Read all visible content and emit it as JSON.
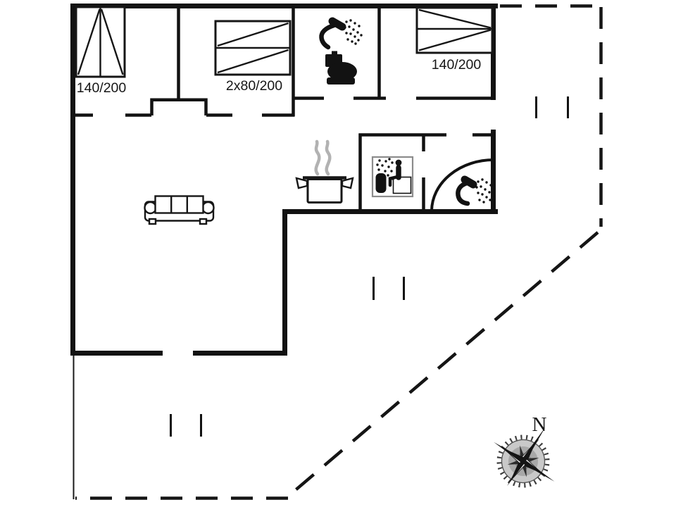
{
  "floor_plan": {
    "background_color": "#ffffff",
    "wall_color": "#121212",
    "accent_colors": {
      "steam_gray": "#b2b2b2",
      "sauna_frame_gray": "#8c8c8c"
    },
    "beds": {
      "bedroom_1": {
        "size_label": "140/200"
      },
      "bedroom_2": {
        "size_label": "2x80/200"
      },
      "bedroom_3": {
        "size_label": "140/200"
      }
    },
    "compass": {
      "north_label": "N"
    },
    "icons": [
      "bed-icon",
      "double-bed-icon",
      "shower-head-icon",
      "toilet-icon",
      "sauna-icon",
      "cooking-pot-icon",
      "steam-icon",
      "sofa-icon",
      "door-opening-marker",
      "compass-rose-icon"
    ]
  }
}
